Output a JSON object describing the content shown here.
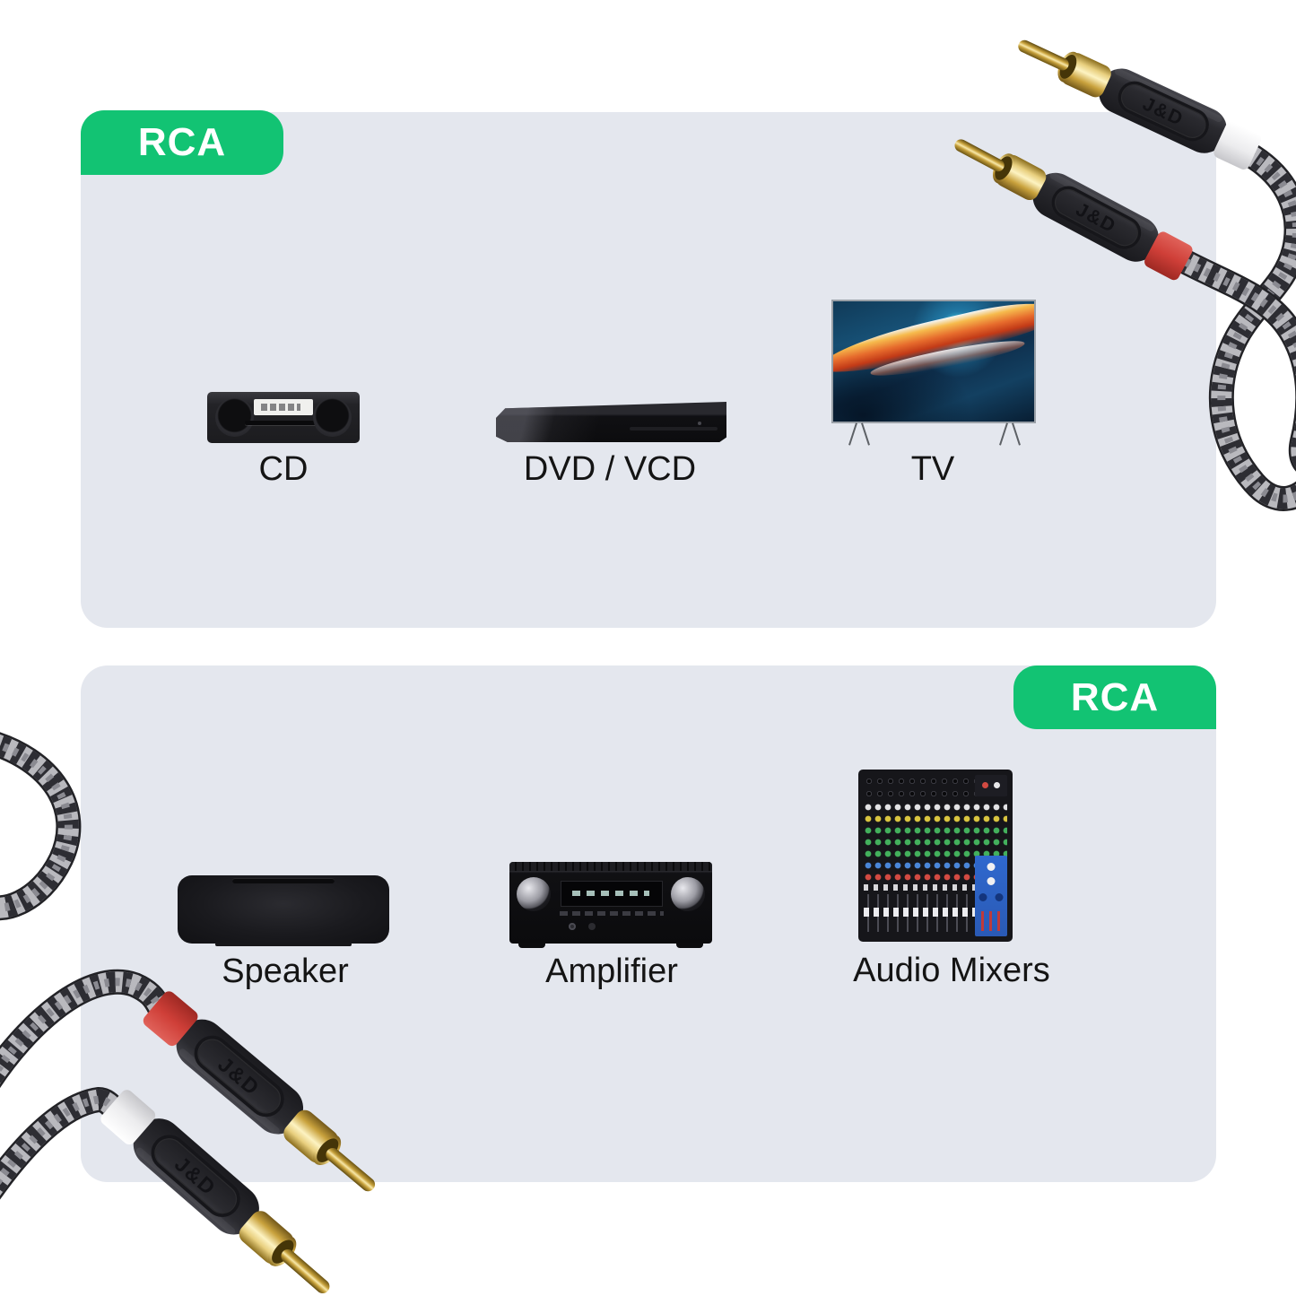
{
  "top_section": {
    "badge": "RCA",
    "devices": [
      {
        "label": "CD"
      },
      {
        "label": "DVD / VCD"
      },
      {
        "label": "TV"
      }
    ]
  },
  "bottom_section": {
    "badge": "RCA",
    "devices": [
      {
        "label": "Speaker"
      },
      {
        "label": "Amplifier"
      },
      {
        "label": "Audio Mixers"
      }
    ]
  },
  "cable": {
    "brand_logo": "J&D",
    "type": "2-male RCA stereo audio cable, braided",
    "band_colors": [
      "white",
      "red"
    ]
  },
  "colors": {
    "badge_green": "#12c373",
    "panel_bg": "#e4e7ee",
    "rca_red": "#cf3f38",
    "rca_white": "#f0f0f2",
    "gold": "#d9b954",
    "braid_dark": "#2d2d33",
    "braid_light": "#b9b9be",
    "label_text": "#141414"
  }
}
